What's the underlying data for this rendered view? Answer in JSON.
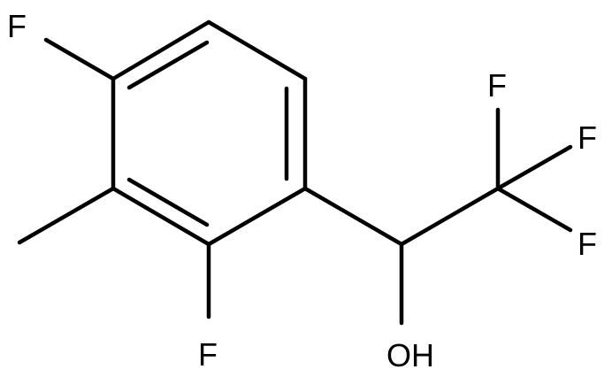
{
  "molecule": {
    "atoms": {
      "f_ring_top": "F",
      "f_ring_bottom": "F",
      "f_cf3_top": "F",
      "f_cf3_mid": "F",
      "f_cf3_bottom": "F",
      "hydroxyl": "OH"
    },
    "colors": {
      "bond": "#000000",
      "label": "#000000",
      "background": "#ffffff"
    }
  }
}
